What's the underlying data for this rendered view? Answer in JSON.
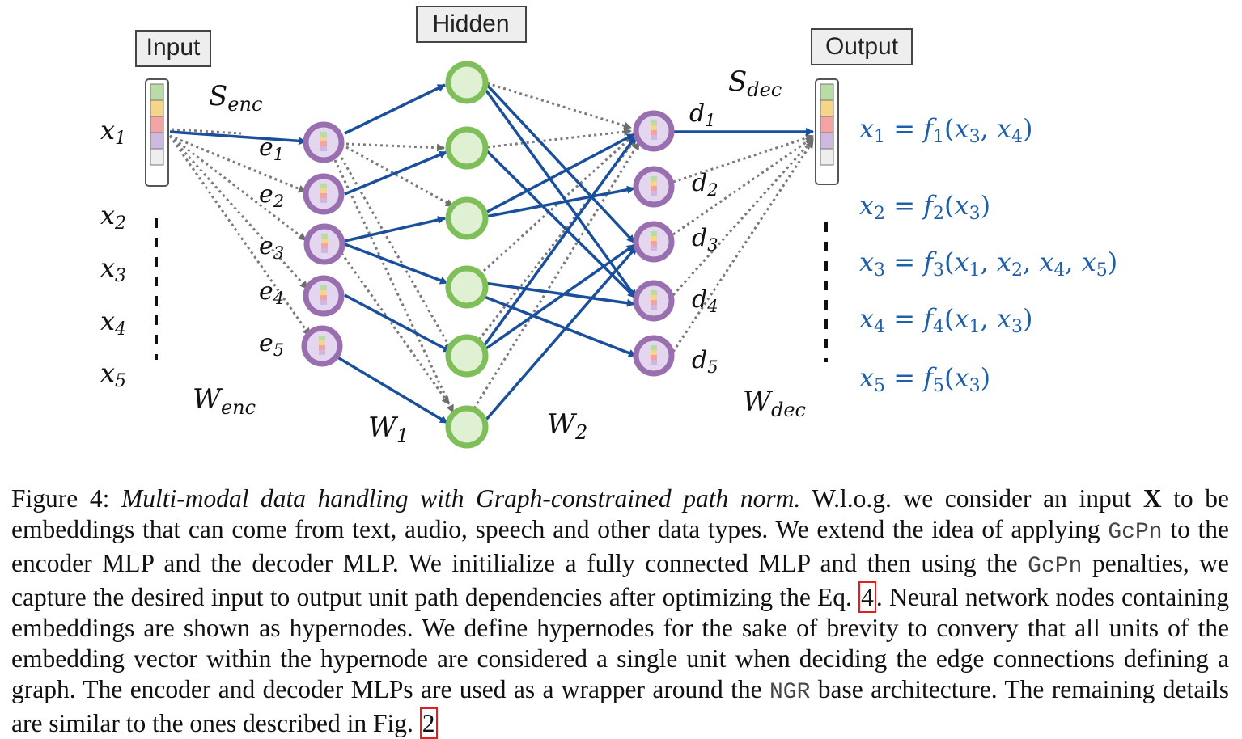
{
  "diagram": {
    "labels": {
      "input": "Input",
      "hidden": "Hidden",
      "output": "Output"
    },
    "inputs": [
      "x1",
      "x2",
      "x3",
      "x4",
      "x5"
    ],
    "encoder_nodes": [
      "e1",
      "e2",
      "e3",
      "e4",
      "e5"
    ],
    "decoder_nodes": [
      "d1",
      "d2",
      "d3",
      "d4",
      "d5"
    ],
    "weights": {
      "s_enc": "S_enc",
      "w_enc": "W_enc",
      "w1": "W_1",
      "w2": "W_2",
      "w_dec": "W_dec",
      "s_dec": "S_dec"
    },
    "equations": [
      "x1 = f1(x3, x4)",
      "x2 = f2(x3)",
      "x3 = f3(x1, x2, x4, x5)",
      "x4 = f4(x1, x3)",
      "x5 = f5(x3)"
    ],
    "colors": {
      "edge_solid": "#1a4f9c",
      "edge_dotted": "#7a7a7a",
      "hidden_node": "#7fbf5a",
      "hyper_node": "#9a6fb0",
      "equation": "#1f5fa8"
    }
  },
  "caption": {
    "figure_label": "Figure 4:",
    "title": "Multi-modal data handling with Graph-constrained path norm.",
    "p1": "W.l.o.g. we consider an input",
    "bold_x": "X",
    "p2": "to be embeddings that can come from text, audio, speech and other data types. We extend the idea of applying",
    "mono1": "GcPn",
    "p3": "to the encoder MLP and the decoder MLP. We initilialize a fully connected MLP and then using the",
    "mono2": "GcPn",
    "p4": "penalties, we capture the desired input to output unit path dependencies after optimizing the Eq.",
    "eq_ref": "4",
    "p5": ". Neural network nodes containing embeddings are shown as hypernodes. We define hypernodes for the sake of brevity to convery that all units of the embedding vector within the hypernode are considered a single unit when deciding the edge connections defining a graph. The encoder and decoder MLPs are used as a wrapper around the",
    "mono3": "NGR",
    "p6": "base architecture. The remaining details are similar to the ones described in Fig.",
    "fig_ref": "2"
  }
}
